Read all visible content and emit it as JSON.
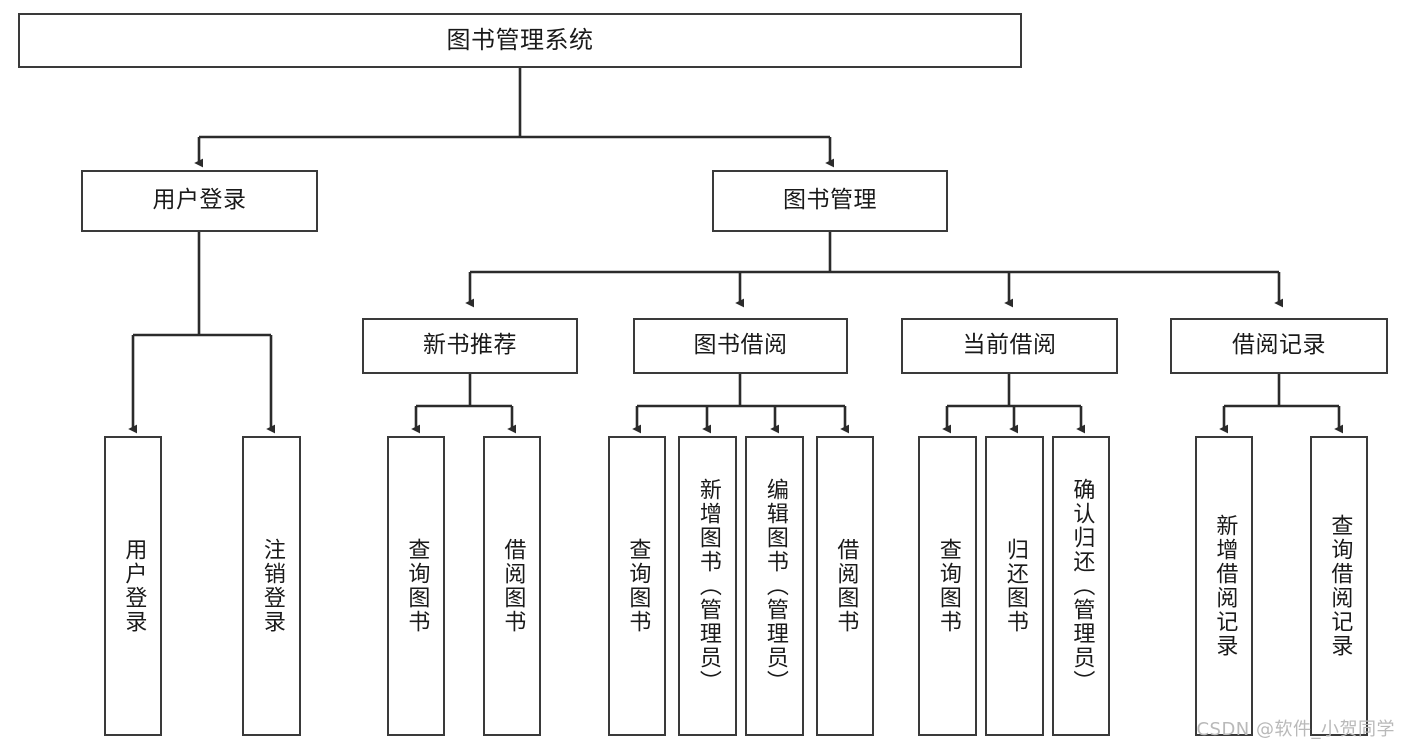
{
  "diagram": {
    "title": "图书管理系统",
    "type": "tree",
    "watermark": "CSDN @软件_小贺同学",
    "colors": {
      "box_border": "#3a3a3a",
      "box_fill": "#ffffff",
      "edge": "#2b2b2b",
      "text": "#1a1a1a",
      "watermark": "#b9b9b9",
      "background": "#ffffff"
    },
    "levels": {
      "root": {
        "label": "图书管理系统"
      },
      "level2": [
        {
          "label": "用户登录"
        },
        {
          "label": "图书管理"
        }
      ],
      "level3": [
        {
          "label": "新书推荐"
        },
        {
          "label": "图书借阅"
        },
        {
          "label": "当前借阅"
        },
        {
          "label": "借阅记录"
        }
      ],
      "leaves": {
        "user_login": [
          {
            "label": "用户登录"
          },
          {
            "label": "注销登录"
          }
        ],
        "new_book_recommend": [
          {
            "label": "查询图书"
          },
          {
            "label": "借阅图书"
          }
        ],
        "book_borrow": [
          {
            "label": "查询图书"
          },
          {
            "label": "新增图书（管理员）"
          },
          {
            "label": "编辑图书（管理员）"
          },
          {
            "label": "借阅图书"
          }
        ],
        "current_borrow": [
          {
            "label": "查询图书"
          },
          {
            "label": "归还图书"
          },
          {
            "label": "确认归还（管理员）"
          }
        ],
        "borrow_record": [
          {
            "label": "新增借阅记录"
          },
          {
            "label": "查询借阅记录"
          }
        ]
      }
    }
  }
}
